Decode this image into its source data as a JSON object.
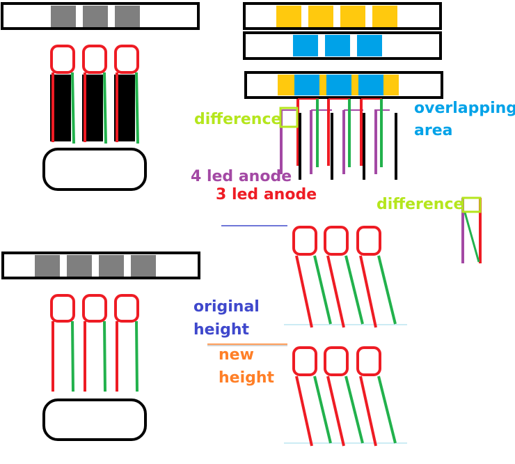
{
  "labels": {
    "difference_1": "difference",
    "overlapping_line1": "overlapping",
    "overlapping_line2": "area",
    "four_led_anode": "4 led anode",
    "three_led_anode": "3 led anode",
    "difference_2": "difference",
    "original_line1": "original",
    "original_line2": "height",
    "new_line1": "new",
    "new_line2": "height"
  },
  "colors": {
    "anode_red": "#ee1c24",
    "cathode_green": "#22b14c",
    "lead_black": "#000000",
    "four_led_purple": "#a349a4",
    "difference_lime": "#b5e61d",
    "overlap_blue": "#00a2e8",
    "led_gray": "#7f7f7f",
    "led_yellow": "#ffc90e",
    "original_navy": "#3f48cc",
    "new_orange": "#ff7f27",
    "baseline_teal": "#99d9ea"
  }
}
